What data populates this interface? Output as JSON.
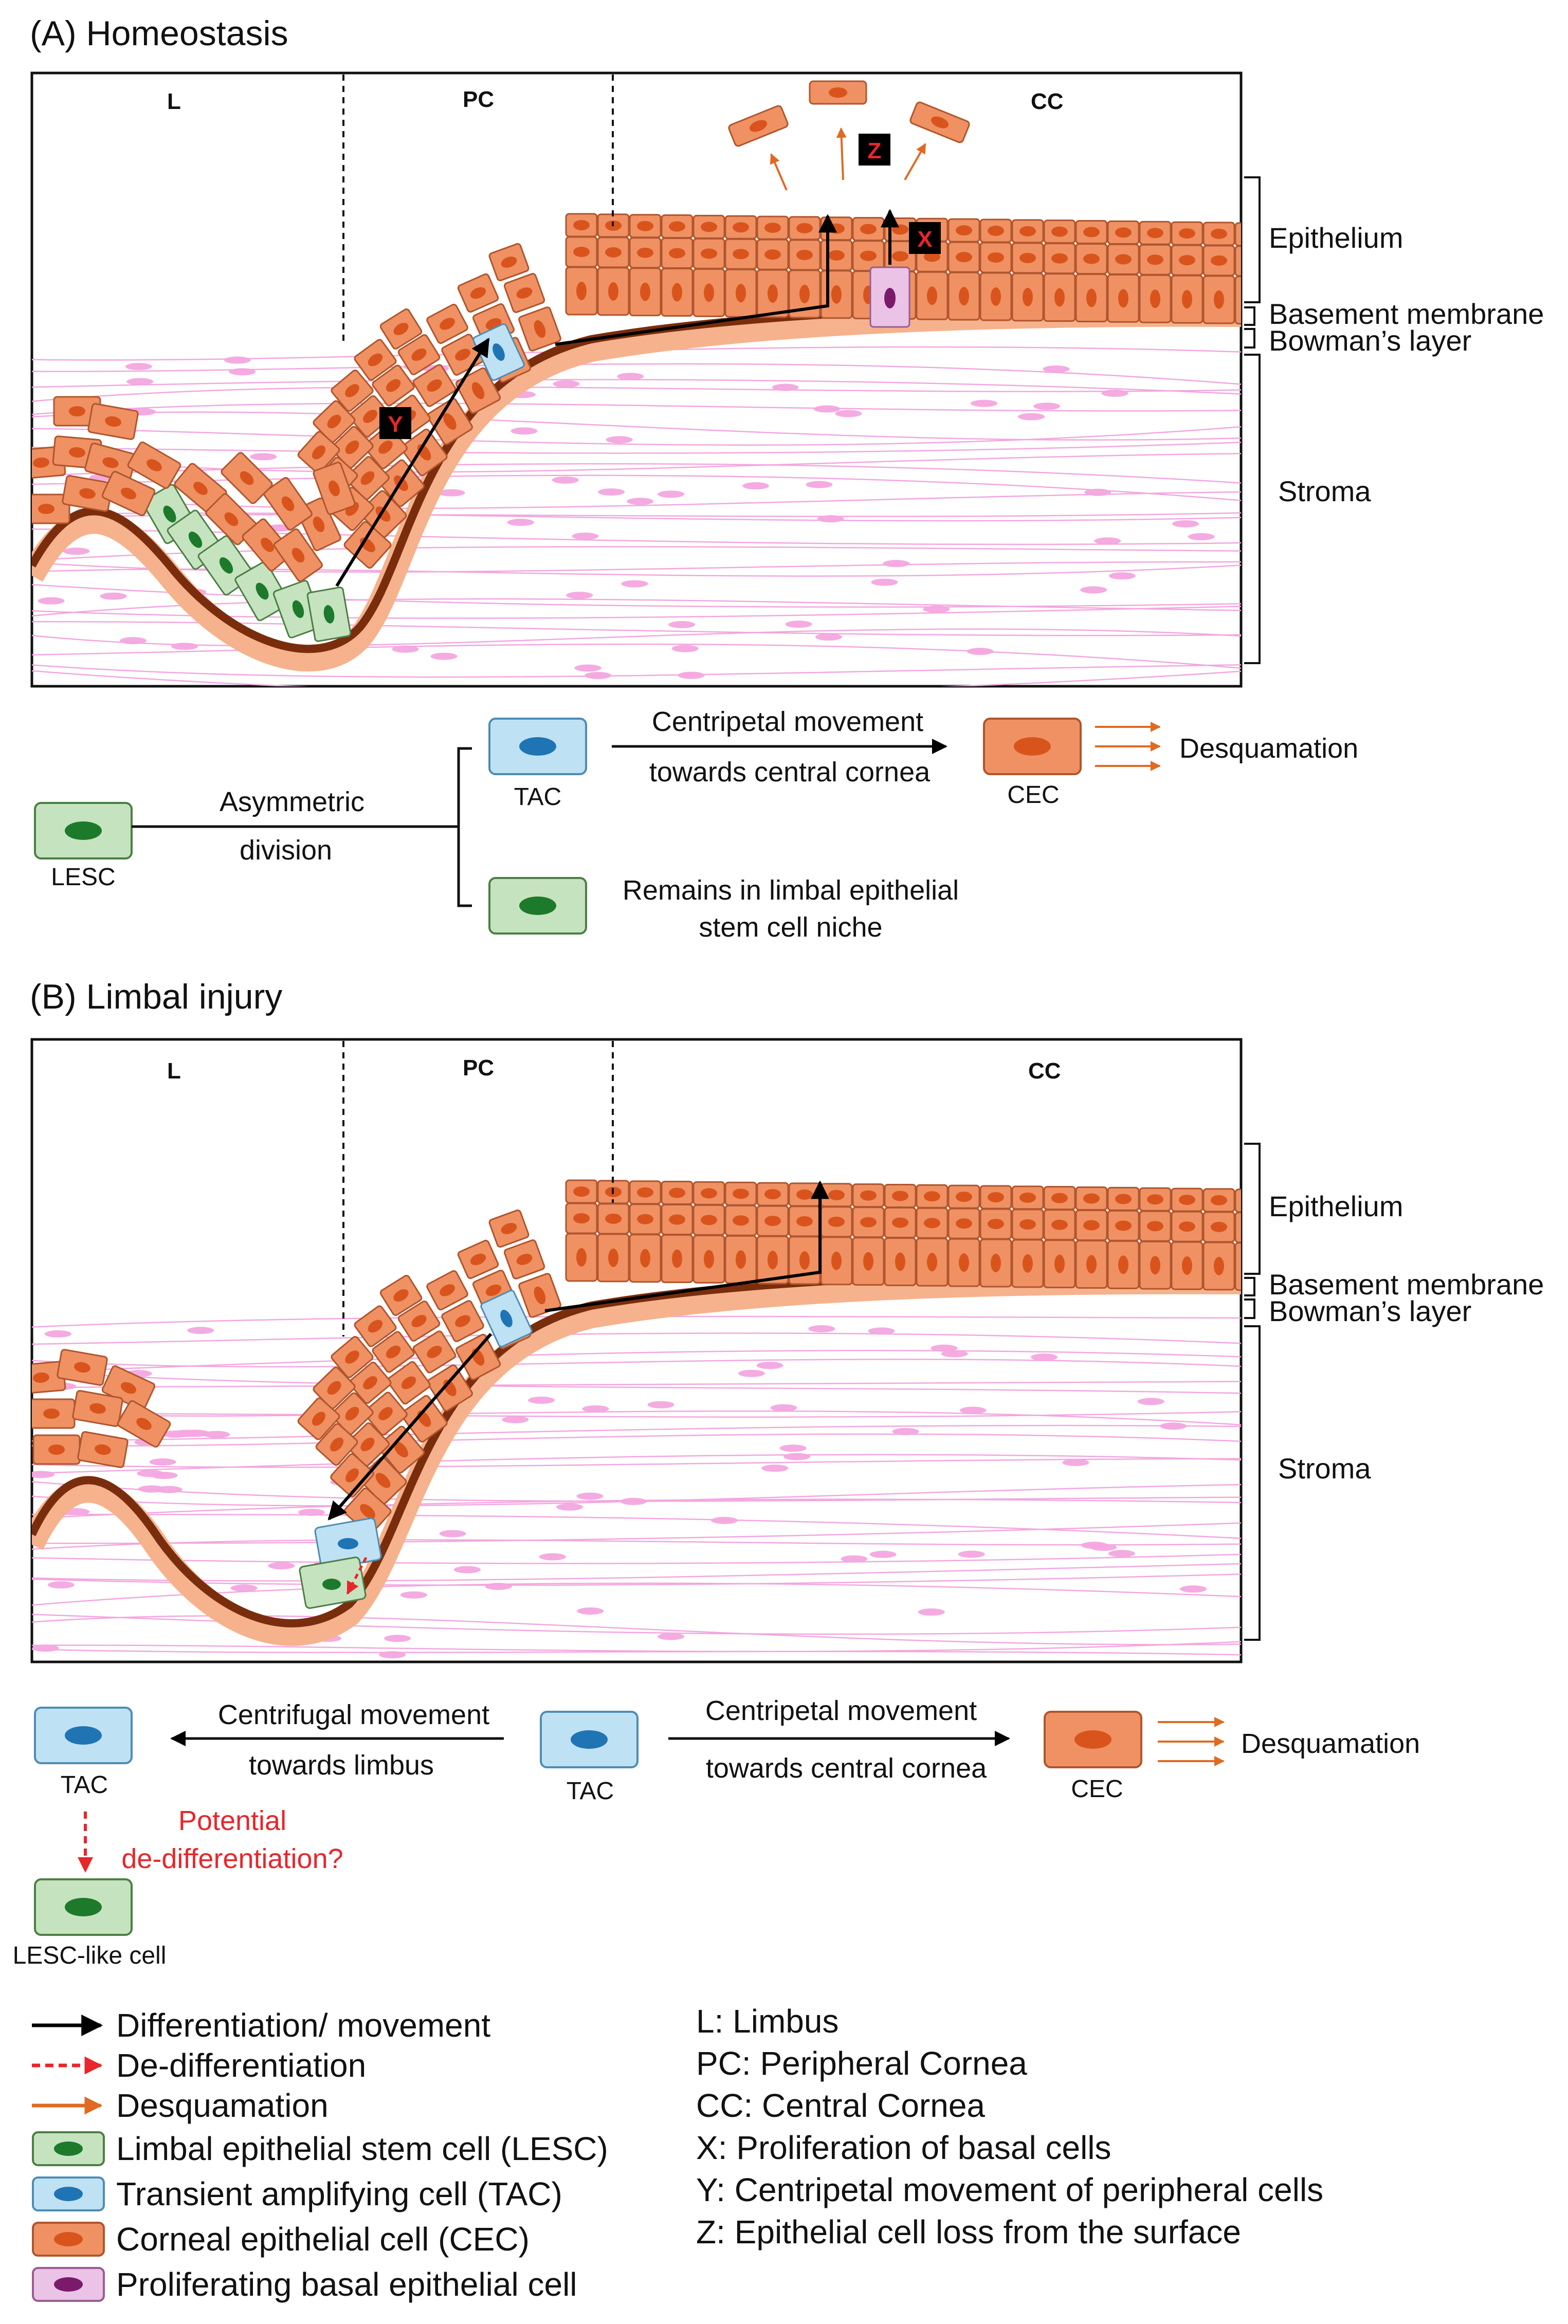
{
  "panelA": {
    "title": "(A) Homeostasis",
    "regions": [
      "L",
      "PC",
      "CC"
    ],
    "layers": [
      "Epithelium",
      "Basement membrane",
      "Bowman’s layer",
      "Stroma"
    ],
    "markers": {
      "x": "X",
      "y": "Y",
      "z": "Z"
    },
    "flow": {
      "lesc": "LESC",
      "division_line1": "Asymmetric",
      "division_line2": "division",
      "tac": "TAC",
      "centripetal_line1": "Centripetal movement",
      "centripetal_line2": "towards central cornea",
      "cec": "CEC",
      "desquamation": "Desquamation",
      "remains_line1": "Remains in limbal epithelial",
      "remains_line2": "stem cell niche"
    }
  },
  "panelB": {
    "title": "(B) Limbal injury",
    "regions": [
      "L",
      "PC",
      "CC"
    ],
    "layers": [
      "Epithelium",
      "Basement membrane",
      "Bowman’s layer",
      "Stroma"
    ],
    "flow": {
      "tac_left": "TAC",
      "centrifugal_line1": "Centrifugal movement",
      "centrifugal_line2": "towards limbus",
      "tac_mid": "TAC",
      "centripetal_line1": "Centripetal movement",
      "centripetal_line2": "towards central cornea",
      "cec": "CEC",
      "desquamation": "Desquamation",
      "potential_line1": "Potential",
      "potential_line2": "de-differentiation?",
      "lesc_like": "LESC-like cell"
    }
  },
  "legend": {
    "symbols": [
      "Differentiation/ movement",
      "De-differentiation",
      "Desquamation",
      "Limbal epithelial stem cell (LESC)",
      "Transient amplifying cell (TAC)",
      "Corneal epithelial cell (CEC)",
      "Proliferating basal epithelial cell"
    ],
    "abbreviations": [
      "L: Limbus",
      "PC: Peripheral Cornea",
      "CC: Central Cornea",
      "X: Proliferation of basal cells",
      "Y: Centripetal movement of peripheral cells",
      "Z: Epithelial cell loss from the surface"
    ]
  },
  "colors": {
    "cec_fill": "#ef9163",
    "cec_stroke": "#b0552d",
    "cec_nucleus": "#d9541c",
    "lesc_fill": "#c6e3bf",
    "lesc_stroke": "#4b7f45",
    "lesc_nucleus": "#1c7a2a",
    "tac_fill": "#bfe1f4",
    "tac_stroke": "#4d8db3",
    "tac_nucleus": "#1f74b4",
    "prolif_fill": "#eac3e6",
    "prolif_nucleus": "#7b1a6b",
    "basement": "#7a2d0c",
    "bowman": "#f6b28c",
    "stroma_fiber": "#f3a6df",
    "desquamation_arrow": "#e06a22",
    "dediff_arrow": "#e8262b"
  }
}
